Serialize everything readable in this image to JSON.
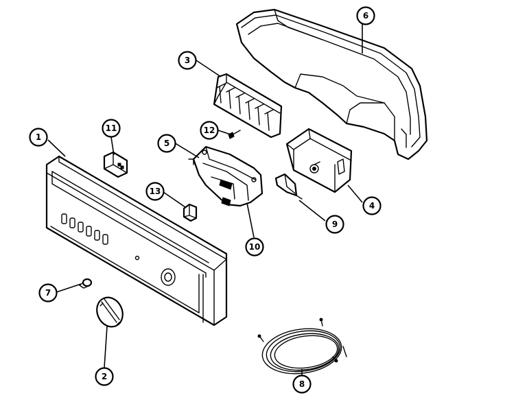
{
  "diagram": {
    "type": "exploded-parts-view",
    "callouts": [
      {
        "key": "c1",
        "label": "1"
      },
      {
        "key": "c2",
        "label": "2"
      },
      {
        "key": "c3",
        "label": "3"
      },
      {
        "key": "c4",
        "label": "4"
      },
      {
        "key": "c5",
        "label": "5"
      },
      {
        "key": "c6",
        "label": "6"
      },
      {
        "key": "c7",
        "label": "7"
      },
      {
        "key": "c8",
        "label": "8"
      },
      {
        "key": "c9",
        "label": "9"
      },
      {
        "key": "c10",
        "label": "10"
      },
      {
        "key": "c11",
        "label": "11"
      },
      {
        "key": "c12",
        "label": "12"
      },
      {
        "key": "c13",
        "label": "13"
      }
    ]
  }
}
